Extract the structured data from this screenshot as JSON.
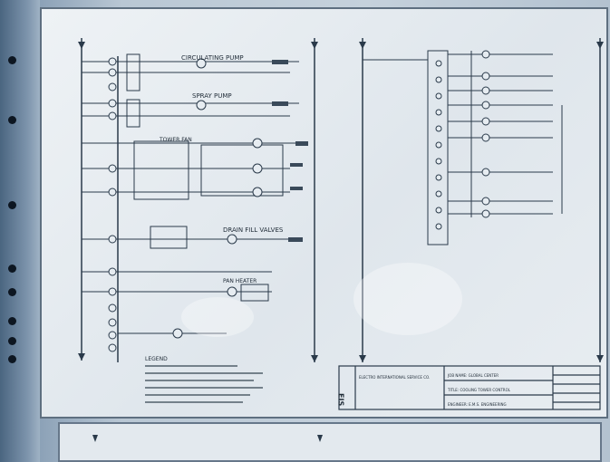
{
  "photo": {
    "subject": "Wall-mounted electrical control ladder diagram photograph",
    "colors": {
      "paper": "#e6ecf1",
      "ink": "#1e2a36",
      "frame": "#5e6f80",
      "wall": "#8fa3b8"
    }
  },
  "diagram": {
    "labels": {
      "circulating_pump": "CIRCULATING PUMP",
      "spray_pump": "SPRAY PUMP",
      "tower_fan": "TOWER FAN",
      "drain_fill": "DRAIN FILL VALVES",
      "pan_heater": "PAN HEATER",
      "legend_title": "LEGEND"
    }
  },
  "title_block": {
    "company_short": "EIS",
    "company": "ELECTRO INTERNATIONAL SERVICE CO.",
    "project": "JOB NAME: GLOBAL CENTER",
    "description": "TITLE: COOLING TOWER CONTROL",
    "engineer": "ENGINEER: E.M.S. ENGINEERING"
  }
}
